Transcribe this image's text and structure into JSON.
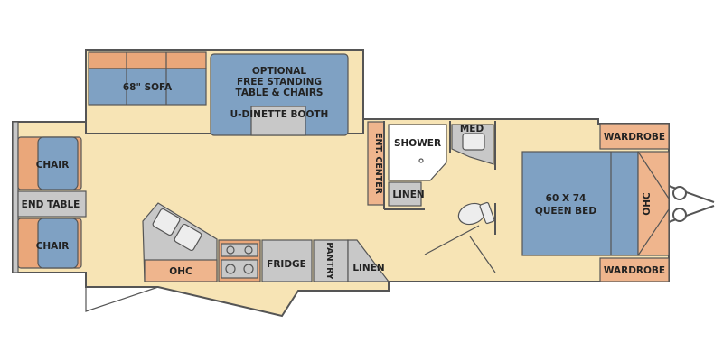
{
  "colors": {
    "floor": "#F7E4B5",
    "wall": "#555555",
    "fabric_blue": "#7FA1C3",
    "orange": "#EAA77A",
    "cabinet_orange": "#EFB58D",
    "gray": "#C8C8C8",
    "fixture": "#EDEDED",
    "white": "#FFFFFF"
  },
  "rooms": {
    "sofa": "68\" SOFA",
    "dinette_line1": "OPTIONAL",
    "dinette_line2": "FREE STANDING",
    "dinette_line3": "TABLE & CHAIRS",
    "dinette_booth": "U-DINETTE BOOTH",
    "chair_top": "CHAIR",
    "end_table": "END TABLE",
    "chair_bottom": "CHAIR",
    "ent_center": "ENT. CENTER",
    "shower": "SHOWER",
    "med": "MED",
    "linen_bath": "LINEN",
    "wardrobe_top": "WARDROBE",
    "wardrobe_bottom": "WARDROBE",
    "bed_line1": "60 X 74",
    "bed_line2": "QUEEN BED",
    "ohc_front": "OHC",
    "ohc_kitchen": "OHC",
    "fridge": "FRIDGE",
    "pantry": "PANTRY",
    "linen_hall": "LINEN"
  }
}
